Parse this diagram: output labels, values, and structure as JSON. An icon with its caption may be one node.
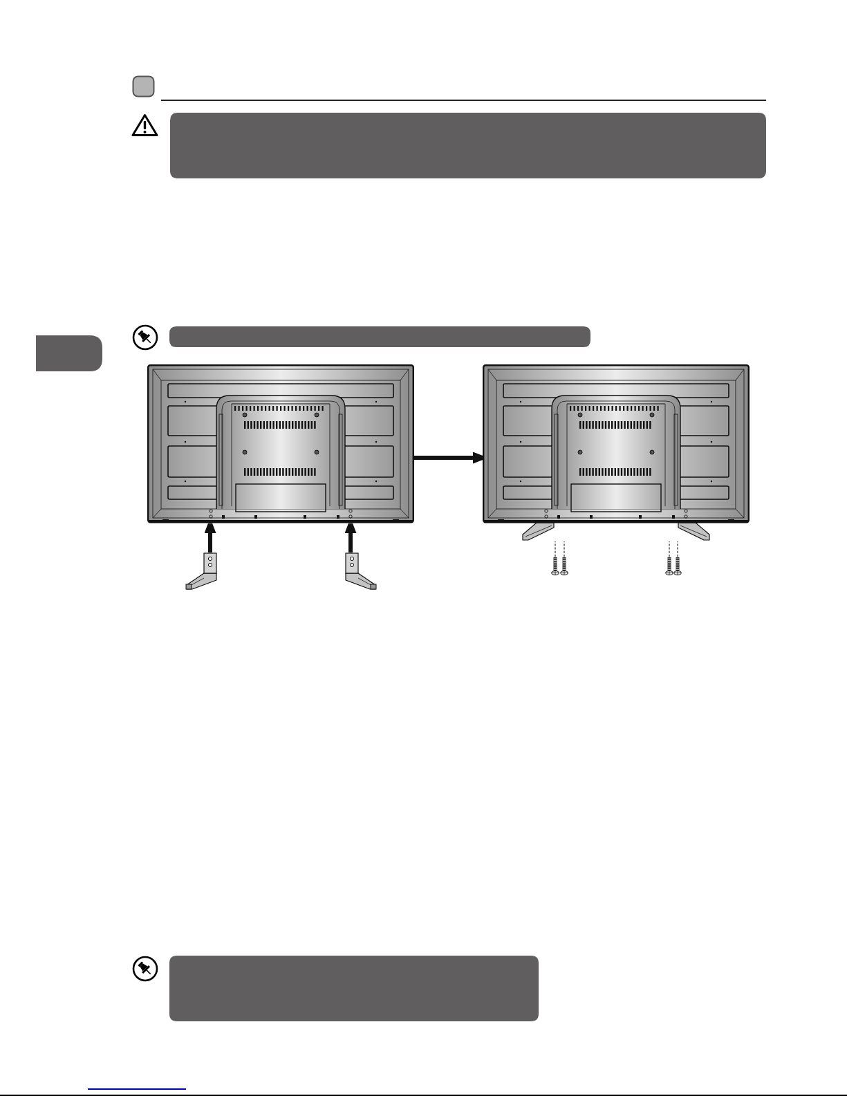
{
  "diagram": {
    "nodes": [
      {
        "text": [],
        "shape": "box"
      },
      {
        "text": [],
        "shape": "box"
      },
      {
        "text": [],
        "shape": "bar"
      },
      {
        "text": [],
        "shape": "picture"
      },
      {
        "text": [],
        "shape": "picture"
      },
      {
        "text": [],
        "shape": "picture"
      },
      {
        "text": [],
        "shape": "picture"
      },
      {
        "text": [],
        "shape": "picture"
      },
      {
        "text": [],
        "shape": "picture"
      },
      {
        "text": [],
        "shape": "picture"
      },
      {
        "text": [],
        "shape": "picture"
      },
      {
        "text": [],
        "shape": "box"
      }
    ],
    "edges": [
      {
        "from": 5,
        "to": 3,
        "arrow": "to",
        "style": "thick"
      },
      {
        "from": 6,
        "to": 3,
        "arrow": "to",
        "style": "thick"
      },
      {
        "from": 3,
        "to": 4,
        "arrow": "to",
        "style": "thick"
      },
      {
        "from": 7,
        "to": 4,
        "arrow": "none",
        "style": "dashed"
      },
      {
        "from": 8,
        "to": 4,
        "arrow": "none",
        "style": "dashed"
      },
      {
        "from": 9,
        "to": 4,
        "arrow": "none",
        "style": "dashed"
      },
      {
        "from": 10,
        "to": 4,
        "arrow": "none",
        "style": "dashed"
      }
    ]
  }
}
